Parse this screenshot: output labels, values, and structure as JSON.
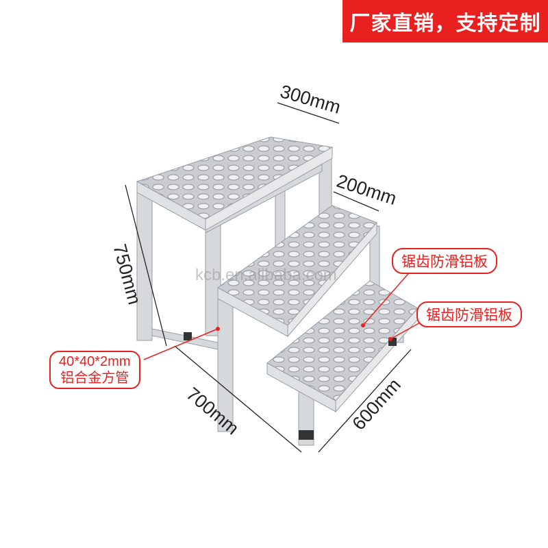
{
  "banner": {
    "text": "厂家直销，支持定制",
    "color": "#e8201f"
  },
  "dimensions": {
    "top_depth": "300mm",
    "step_depth": "200mm",
    "height": "750mm",
    "width": "700mm",
    "length": "600mm"
  },
  "callouts": {
    "plate_upper": "锯齿防滑铝板",
    "plate_lower": "锯齿防滑铝板",
    "tube_line1": "40*40*2mm",
    "tube_line2": "铝合金方管"
  },
  "watermark": "kcb.en.alibaba.com"
}
